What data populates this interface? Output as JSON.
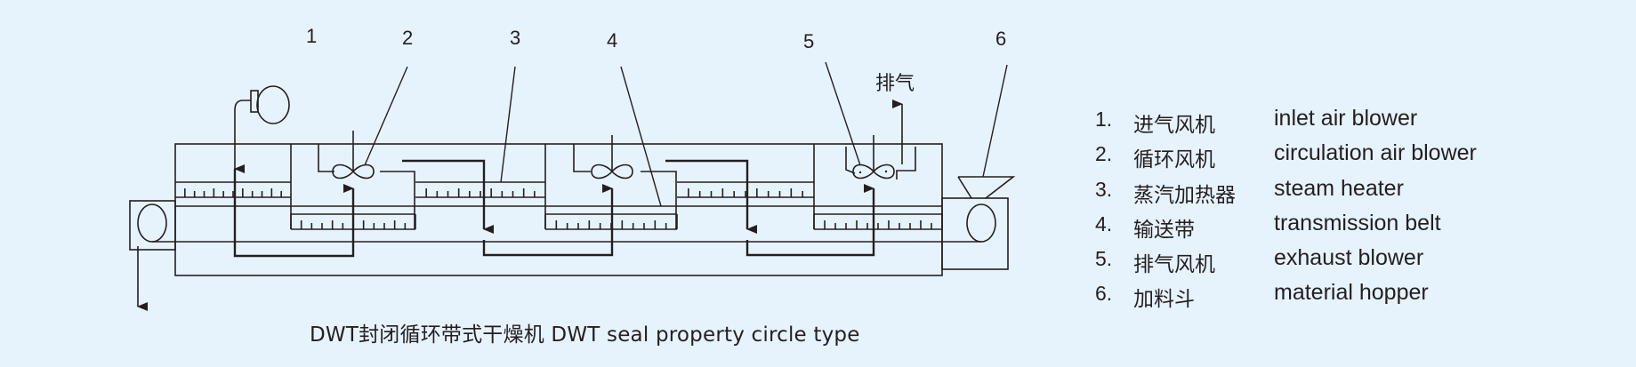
{
  "diagram": {
    "title": "DWT seal property circle type belt dryer schematic",
    "part_labels": [
      "1",
      "2",
      "3",
      "4",
      "5",
      "6"
    ],
    "exhaust_label": "排气",
    "caption": "DWT封闭循环带式干燥机 DWT seal property circle type"
  },
  "legend": {
    "items": [
      {
        "num": "1.",
        "zh": "进气风机",
        "en": "inlet air blower"
      },
      {
        "num": "2.",
        "zh": "循环风机",
        "en": "circulation air blower"
      },
      {
        "num": "3.",
        "zh": "蒸汽加热器",
        "en": "steam heater"
      },
      {
        "num": "4.",
        "zh": "输送带",
        "en": "transmission belt"
      },
      {
        "num": "5.",
        "zh": "排气风机",
        "en": "exhaust blower"
      },
      {
        "num": "6.",
        "zh": "加料斗",
        "en": "material hopper"
      }
    ]
  },
  "colors": {
    "background": "#e7f3fc",
    "line": "#231f20"
  }
}
